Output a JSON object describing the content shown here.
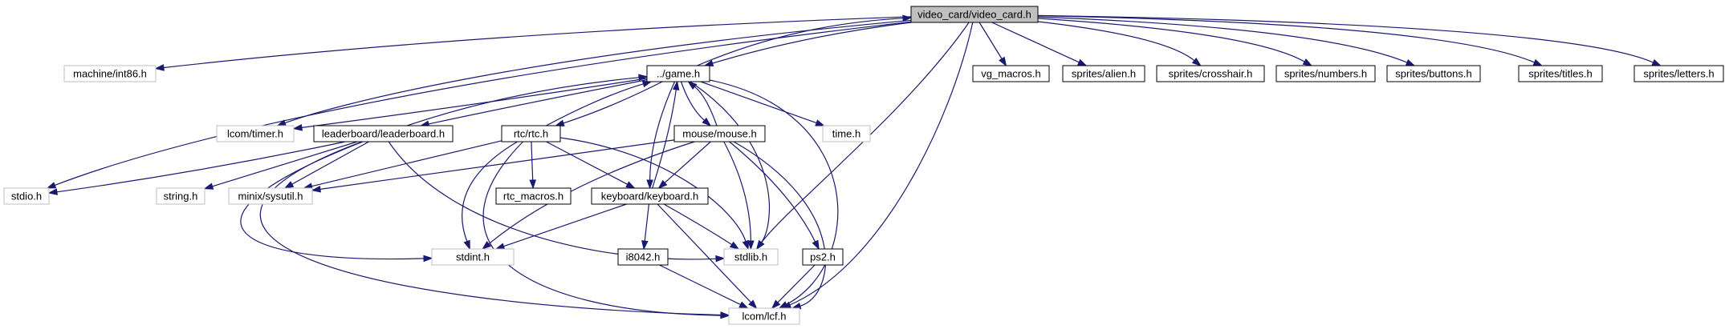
{
  "graph": {
    "nodes": [
      {
        "id": "video_card",
        "label": "video_card/video_card.h",
        "style": "root"
      },
      {
        "id": "int86",
        "label": "machine/int86.h",
        "style": "external"
      },
      {
        "id": "stdio",
        "label": "stdio.h",
        "style": "external"
      },
      {
        "id": "timer",
        "label": "lcom/timer.h",
        "style": "external"
      },
      {
        "id": "game",
        "label": "../game.h",
        "style": "local"
      },
      {
        "id": "leaderboard",
        "label": "leaderboard/leaderboard.h",
        "style": "local"
      },
      {
        "id": "rtc",
        "label": "rtc/rtc.h",
        "style": "local"
      },
      {
        "id": "mouse",
        "label": "mouse/mouse.h",
        "style": "local"
      },
      {
        "id": "time",
        "label": "time.h",
        "style": "external"
      },
      {
        "id": "vg_macros",
        "label": "vg_macros.h",
        "style": "local"
      },
      {
        "id": "alien",
        "label": "sprites/alien.h",
        "style": "local"
      },
      {
        "id": "crosshair",
        "label": "sprites/crosshair.h",
        "style": "local"
      },
      {
        "id": "numbers",
        "label": "sprites/numbers.h",
        "style": "local"
      },
      {
        "id": "buttons",
        "label": "sprites/buttons.h",
        "style": "local"
      },
      {
        "id": "titles",
        "label": "sprites/titles.h",
        "style": "local"
      },
      {
        "id": "letters",
        "label": "sprites/letters.h",
        "style": "local"
      },
      {
        "id": "string",
        "label": "string.h",
        "style": "external"
      },
      {
        "id": "sysutil",
        "label": "minix/sysutil.h",
        "style": "external"
      },
      {
        "id": "rtc_macros",
        "label": "rtc_macros.h",
        "style": "local"
      },
      {
        "id": "keyboard",
        "label": "keyboard/keyboard.h",
        "style": "local"
      },
      {
        "id": "stdint",
        "label": "stdint.h",
        "style": "external"
      },
      {
        "id": "i8042",
        "label": "i8042.h",
        "style": "local"
      },
      {
        "id": "stdlib",
        "label": "stdlib.h",
        "style": "external"
      },
      {
        "id": "ps2",
        "label": "ps2.h",
        "style": "local"
      },
      {
        "id": "lcf",
        "label": "lcom/lcf.h",
        "style": "external"
      }
    ],
    "edges": [
      {
        "from": "video_card",
        "to": "int86"
      },
      {
        "from": "video_card",
        "to": "stdio"
      },
      {
        "from": "video_card",
        "to": "timer"
      },
      {
        "from": "video_card",
        "to": "game"
      },
      {
        "from": "video_card",
        "to": "vg_macros"
      },
      {
        "from": "video_card",
        "to": "alien"
      },
      {
        "from": "video_card",
        "to": "crosshair"
      },
      {
        "from": "video_card",
        "to": "numbers"
      },
      {
        "from": "video_card",
        "to": "buttons"
      },
      {
        "from": "video_card",
        "to": "titles"
      },
      {
        "from": "video_card",
        "to": "letters"
      },
      {
        "from": "video_card",
        "to": "stdlib"
      },
      {
        "from": "video_card",
        "to": "lcf"
      },
      {
        "from": "game",
        "to": "video_card"
      },
      {
        "from": "game",
        "to": "timer"
      },
      {
        "from": "game",
        "to": "leaderboard"
      },
      {
        "from": "game",
        "to": "rtc"
      },
      {
        "from": "game",
        "to": "mouse"
      },
      {
        "from": "game",
        "to": "time"
      },
      {
        "from": "game",
        "to": "keyboard"
      },
      {
        "from": "game",
        "to": "stdlib"
      },
      {
        "from": "game",
        "to": "lcf"
      },
      {
        "from": "leaderboard",
        "to": "game"
      },
      {
        "from": "leaderboard",
        "to": "stdio"
      },
      {
        "from": "leaderboard",
        "to": "string"
      },
      {
        "from": "leaderboard",
        "to": "sysutil"
      },
      {
        "from": "leaderboard",
        "to": "stdint"
      },
      {
        "from": "leaderboard",
        "to": "stdlib"
      },
      {
        "from": "leaderboard",
        "to": "lcf"
      },
      {
        "from": "rtc",
        "to": "game"
      },
      {
        "from": "rtc",
        "to": "sysutil"
      },
      {
        "from": "rtc",
        "to": "rtc_macros"
      },
      {
        "from": "rtc",
        "to": "keyboard"
      },
      {
        "from": "rtc",
        "to": "stdint"
      },
      {
        "from": "rtc",
        "to": "stdlib"
      },
      {
        "from": "rtc",
        "to": "lcf"
      },
      {
        "from": "mouse",
        "to": "game"
      },
      {
        "from": "mouse",
        "to": "sysutil"
      },
      {
        "from": "mouse",
        "to": "keyboard"
      },
      {
        "from": "mouse",
        "to": "stdint"
      },
      {
        "from": "mouse",
        "to": "stdlib"
      },
      {
        "from": "mouse",
        "to": "ps2"
      },
      {
        "from": "mouse",
        "to": "lcf"
      },
      {
        "from": "keyboard",
        "to": "game"
      },
      {
        "from": "keyboard",
        "to": "stdint"
      },
      {
        "from": "keyboard",
        "to": "i8042"
      },
      {
        "from": "keyboard",
        "to": "stdlib"
      },
      {
        "from": "keyboard",
        "to": "lcf"
      },
      {
        "from": "i8042",
        "to": "lcf"
      },
      {
        "from": "ps2",
        "to": "lcf"
      }
    ]
  },
  "colors": {
    "edge": "#191970",
    "root_fill": "#bfbfbf",
    "local_border": "#000000",
    "external_border": "#bfbfbf",
    "text": "#000000"
  }
}
